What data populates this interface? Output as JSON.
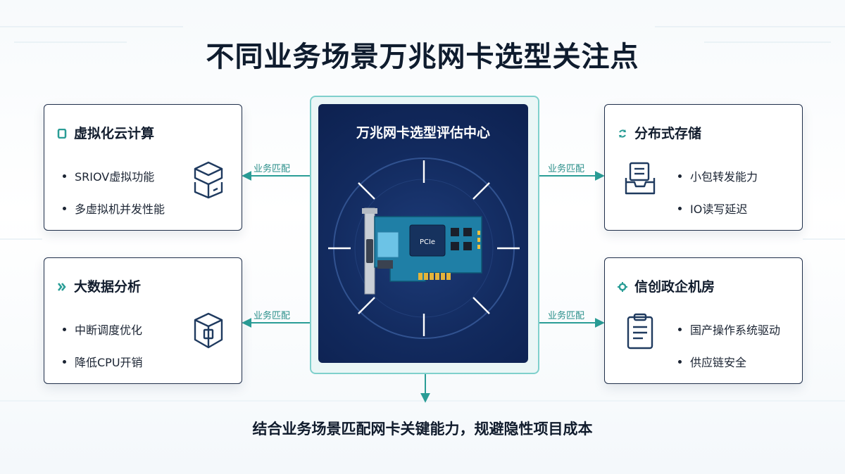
{
  "title": "不同业务场景万兆网卡选型关注点",
  "center": {
    "title": "万兆网卡选型评估中心",
    "chip_label": "PCIe"
  },
  "connector_label": "业务匹配",
  "cards": [
    {
      "title": "虚拟化云计算",
      "icon": "square-icon",
      "items": [
        "SRIOV虚拟功能",
        "多虚拟机并发性能"
      ],
      "illustration": "server-stack-icon"
    },
    {
      "title": "分布式存储",
      "icon": "sync-icon",
      "items": [
        "小包转发能力",
        "IO读写延迟"
      ],
      "illustration": "storage-tray-icon"
    },
    {
      "title": "大数据分析",
      "icon": "chevron-double-icon",
      "items": [
        "中断调度优化",
        "降低CPU开销"
      ],
      "illustration": "box-icon"
    },
    {
      "title": "信创政企机房",
      "icon": "gear-icon",
      "items": [
        "国产操作系统驱动",
        "供应链安全"
      ],
      "illustration": "clipboard-icon"
    }
  ],
  "bottom_text": "结合业务场景匹配网卡关键能力，规避隐性项目成本",
  "colors": {
    "accent": "#2a9d96",
    "navy": "#122a5e",
    "card_border": "#1f2f4a"
  }
}
